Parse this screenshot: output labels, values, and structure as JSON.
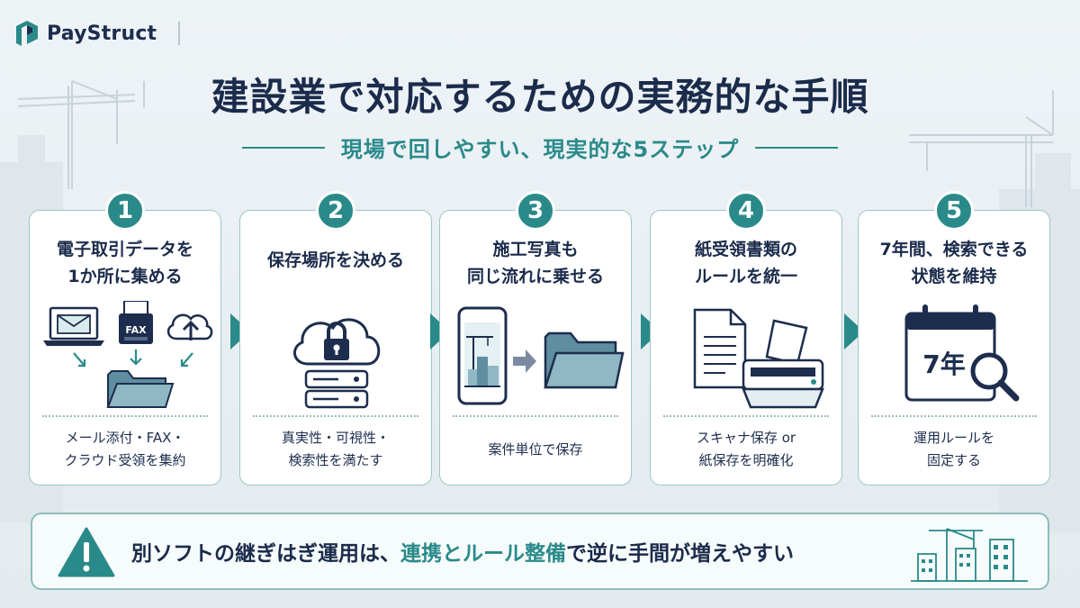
{
  "brand": {
    "name": "PayStruct"
  },
  "title": "建設業で対応するための実務的な手順",
  "subtitle": "現場で回しやすい、現実的な5ステップ",
  "steps": [
    {
      "number": "1",
      "title_lines": [
        "電子取引データを",
        "1か所に集める"
      ],
      "icon_text": "FAX",
      "desc_lines": [
        "メール添付・FAX・",
        "クラウド受領を集約"
      ]
    },
    {
      "number": "2",
      "title_lines": [
        "保存場所を決める"
      ],
      "desc_lines": [
        "真実性・可視性・",
        "検索性を満たす"
      ]
    },
    {
      "number": "3",
      "title_lines": [
        "施工写真も",
        "同じ流れに乗せる"
      ],
      "desc_lines": [
        "案件単位で保存"
      ]
    },
    {
      "number": "4",
      "title_lines": [
        "紙受領書類の",
        "ルールを統一"
      ],
      "desc_lines": [
        "スキャナ保存 or",
        "紙保存を明確化"
      ]
    },
    {
      "number": "5",
      "title_lines": [
        "7年間、検索できる",
        "状態を維持"
      ],
      "icon_text": "7年",
      "desc_lines": [
        "運用ルールを",
        "固定する"
      ]
    }
  ],
  "banner": {
    "text_before": "別ソフトの継ぎはぎ運用は、",
    "text_highlight": "連携とルール整備",
    "text_after": "で逆に手間が増えやすい"
  },
  "colors": {
    "accent": "#2a8a8a",
    "navy": "#1b2b4b",
    "card_border": "#9fc6c6",
    "background": "#eef3f6"
  }
}
